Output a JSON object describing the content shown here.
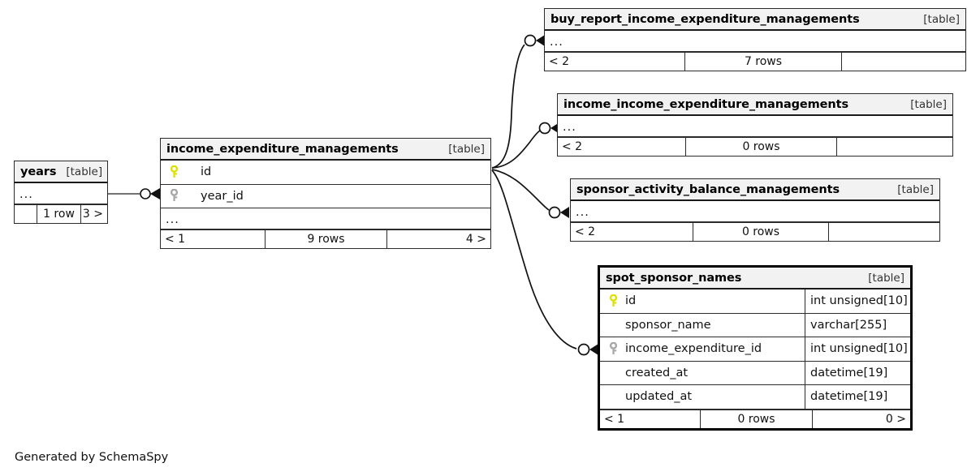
{
  "diagram": {
    "caption": "Generated by SchemaSpy",
    "table_type_label": "[table]",
    "ellipsis": "...",
    "colors": {
      "primary_key_icon": "#e8e800",
      "foreign_key_icon": "#a8a8a8",
      "header_background": "#f2f2f2",
      "border": "#2b2b2b",
      "focal_border": "#000000",
      "background": "#ffffff"
    }
  },
  "tables": {
    "years": {
      "name": "years",
      "type": "[table]",
      "ellipsis": "...",
      "footer": {
        "left": "",
        "middle": "1 row",
        "right": "3 >"
      }
    },
    "income_expenditure_managements": {
      "name": "income_expenditure_managements",
      "type": "[table]",
      "ellipsis": "...",
      "columns": [
        {
          "key": "primary",
          "name": "id"
        },
        {
          "key": "foreign",
          "name": "year_id"
        }
      ],
      "footer": {
        "left": "< 1",
        "middle": "9 rows",
        "right": "4 >"
      }
    },
    "buy_report_income_expenditure_managements": {
      "name": "buy_report_income_expenditure_managements",
      "type": "[table]",
      "ellipsis": "...",
      "footer": {
        "left": "< 2",
        "middle": "7 rows",
        "right": ""
      }
    },
    "income_income_expenditure_managements": {
      "name": "income_income_expenditure_managements",
      "type": "[table]",
      "ellipsis": "...",
      "footer": {
        "left": "< 2",
        "middle": "0 rows",
        "right": ""
      }
    },
    "sponsor_activity_balance_managements": {
      "name": "sponsor_activity_balance_managements",
      "type": "[table]",
      "ellipsis": "...",
      "footer": {
        "left": "< 2",
        "middle": "0 rows",
        "right": ""
      }
    },
    "spot_sponsor_names": {
      "name": "spot_sponsor_names",
      "type": "[table]",
      "columns": [
        {
          "key": "primary",
          "name": "id",
          "type": "int unsigned[10]"
        },
        {
          "key": "none",
          "name": "sponsor_name",
          "type": "varchar[255]"
        },
        {
          "key": "foreign",
          "name": "income_expenditure_id",
          "type": "int unsigned[10]"
        },
        {
          "key": "none",
          "name": "created_at",
          "type": "datetime[19]"
        },
        {
          "key": "none",
          "name": "updated_at",
          "type": "datetime[19]"
        }
      ],
      "footer": {
        "left": "< 1",
        "middle": "0 rows",
        "right": "0 >"
      }
    }
  },
  "relationships": [
    {
      "from": "years",
      "to": "income_expenditure_managements",
      "to_column": "year_id"
    },
    {
      "from": "income_expenditure_managements",
      "to": "buy_report_income_expenditure_managements"
    },
    {
      "from": "income_expenditure_managements",
      "to": "income_income_expenditure_managements"
    },
    {
      "from": "income_expenditure_managements",
      "to": "sponsor_activity_balance_managements"
    },
    {
      "from": "income_expenditure_managements",
      "to": "spot_sponsor_names",
      "to_column": "income_expenditure_id"
    }
  ]
}
